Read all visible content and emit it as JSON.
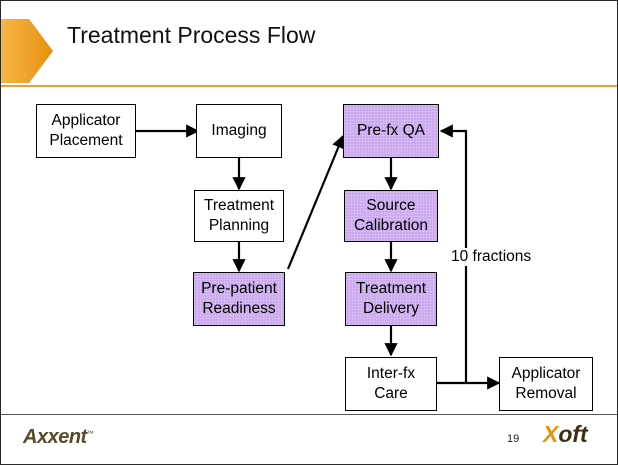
{
  "slide": {
    "title": "Treatment Process Flow",
    "page_number": "19",
    "logo_left": "Axxent",
    "logo_right_x": "X",
    "logo_right_rest": "oft"
  },
  "colors": {
    "highlight": "#c9a8ee",
    "accent_orange": "#f0a11e",
    "border": "#000000"
  },
  "flow": {
    "applicator_placement": [
      "Applicator",
      "Placement"
    ],
    "imaging": [
      "Imaging"
    ],
    "treatment_planning": [
      "Treatment",
      "Planning"
    ],
    "pre_patient_readiness": [
      "Pre-patient",
      "Readiness"
    ],
    "pre_fx_qa": [
      "Pre-fx QA"
    ],
    "source_calibration": [
      "Source",
      "Calibration"
    ],
    "treatment_delivery": [
      "Treatment",
      "Delivery"
    ],
    "inter_fx_care": [
      "Inter-fx",
      "Care"
    ],
    "applicator_removal": [
      "Applicator",
      "Removal"
    ],
    "loop_label": "10 fractions"
  }
}
